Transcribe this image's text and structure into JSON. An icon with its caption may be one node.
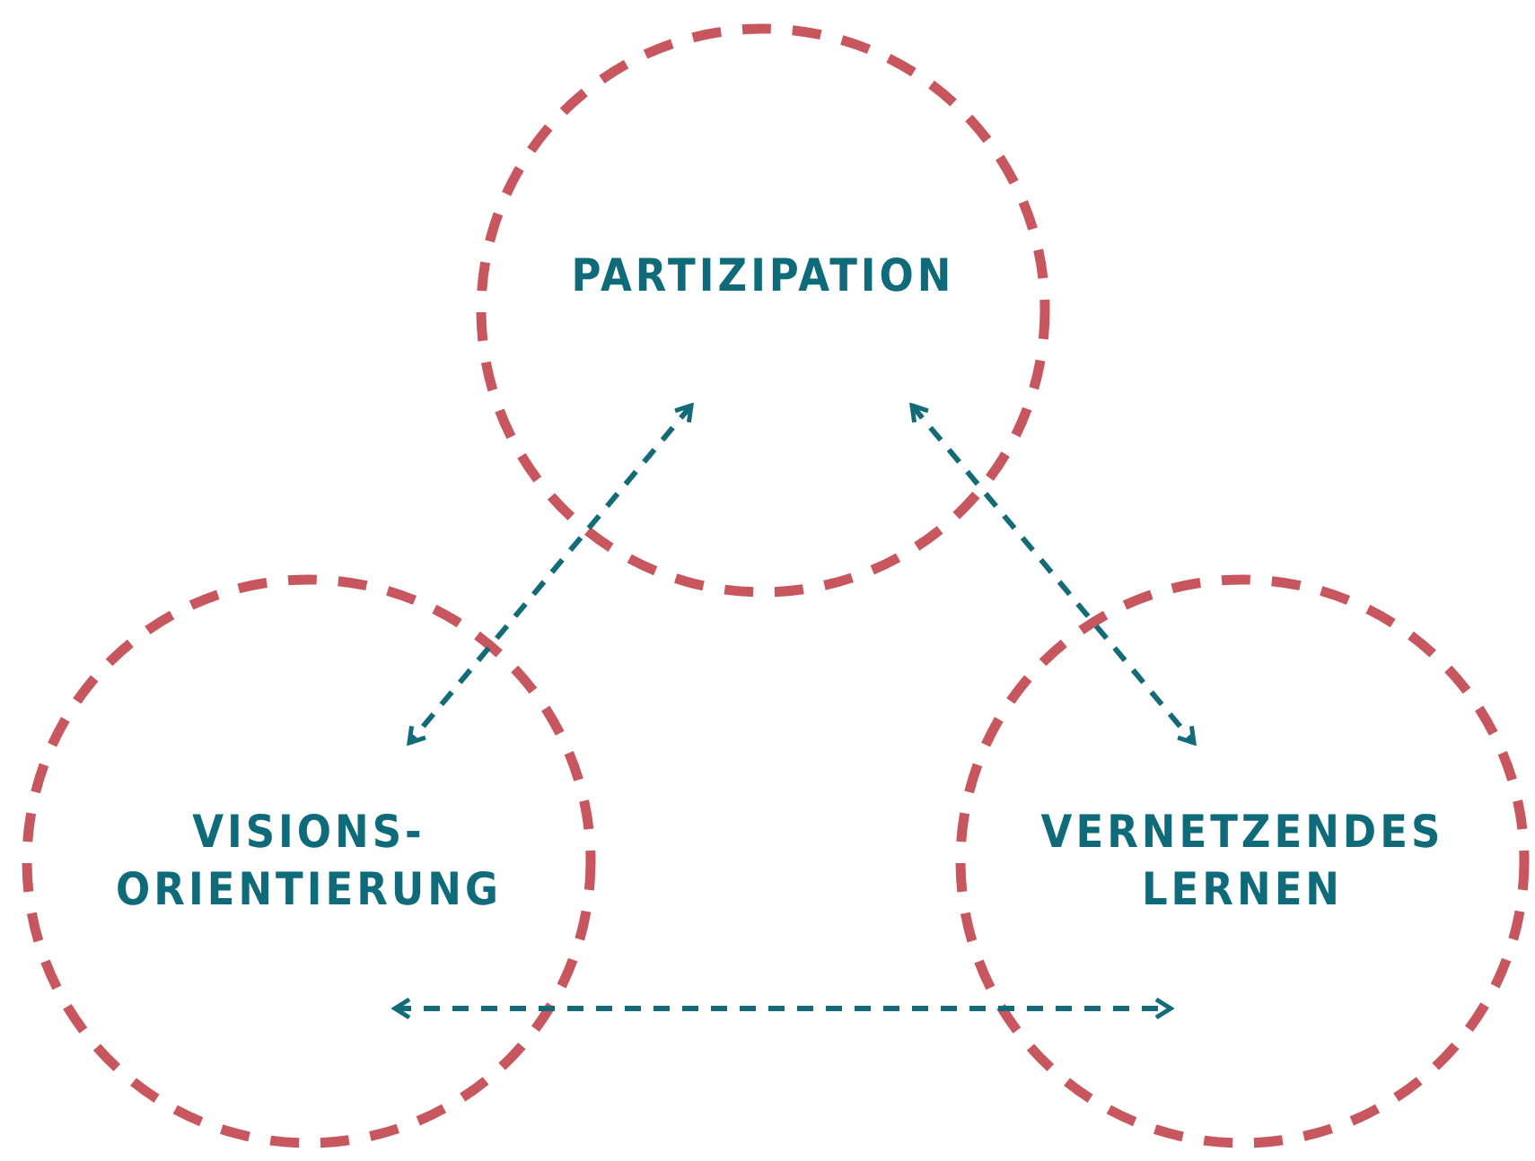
{
  "diagram": {
    "nodes": [
      {
        "text": [
          "PARTIZIPATION"
        ]
      },
      {
        "text": [
          "VISIONS- ORIENTIERUNG"
        ]
      },
      {
        "text": [
          "VERNETZENDES LERNEN"
        ]
      }
    ],
    "edges": [
      {
        "from": 0,
        "to": 1,
        "arrow": "both",
        "style": "dashed"
      },
      {
        "from": 0,
        "to": 2,
        "arrow": "both",
        "style": "dashed"
      },
      {
        "from": 1,
        "to": 2,
        "arrow": "both",
        "style": "dashed"
      }
    ]
  }
}
